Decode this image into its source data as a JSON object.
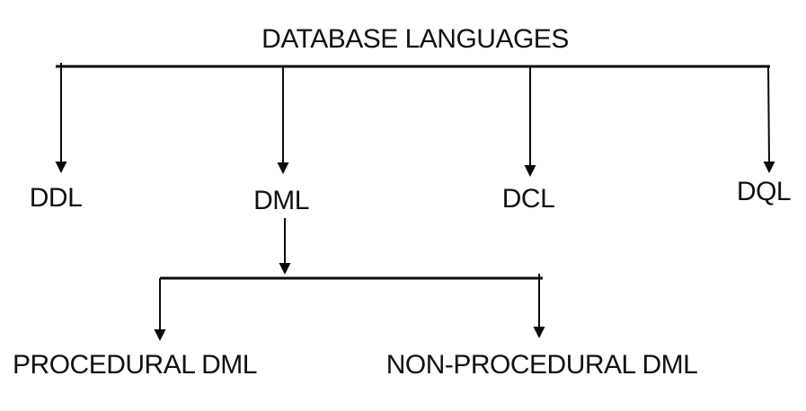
{
  "diagram": {
    "title": "DATABASE LANGUAGES",
    "nodes": {
      "root": "DATABASE LANGUAGES",
      "ddl": "DDL",
      "dml": "DML",
      "dcl": "DCL",
      "dql": "DQL",
      "procedural": "PROCEDURAL DML",
      "non_procedural": "NON-PROCEDURAL DML"
    },
    "hierarchy": {
      "DATABASE LANGUAGES": [
        "DDL",
        "DML",
        "DCL",
        "DQL"
      ],
      "DML": [
        "PROCEDURAL DML",
        "NON-PROCEDURAL DML"
      ]
    },
    "colors": {
      "line": "#0a0a0a",
      "text": "#111111",
      "background": "#ffffff"
    }
  }
}
